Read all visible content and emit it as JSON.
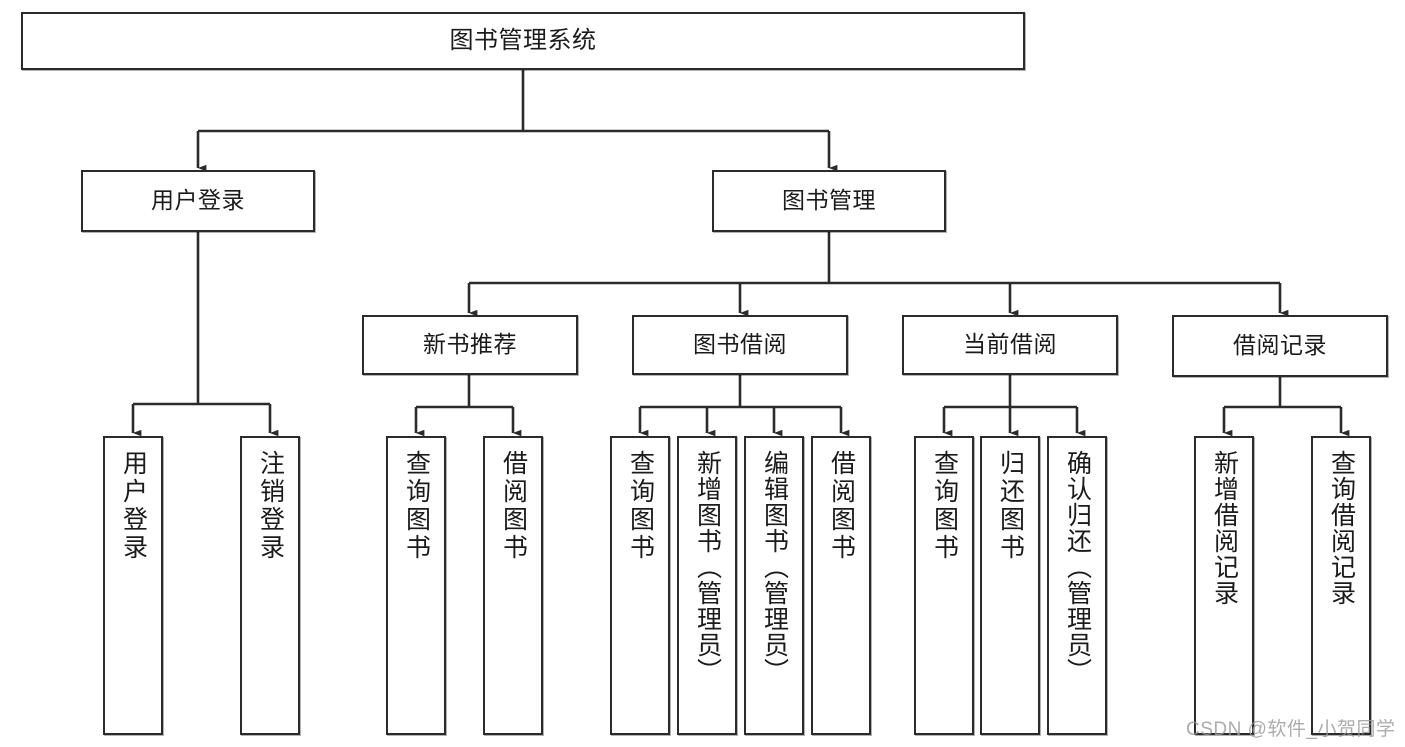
{
  "diagram": {
    "title": "图书管理系统",
    "type": "function-structure-tree",
    "watermark": "CSDN @软件_小贺同学",
    "colors": {
      "background": "#ffffff",
      "border": "#2b2b2b",
      "text": "#1b1b1b",
      "edge": "#2b2b2b",
      "watermark": "#9a9a9a"
    },
    "levels": {
      "root": {
        "label": "图书管理系统"
      },
      "level2": [
        {
          "label": "用户登录"
        },
        {
          "label": "图书管理"
        }
      ],
      "level3": [
        {
          "label": "新书推荐"
        },
        {
          "label": "图书借阅"
        },
        {
          "label": "当前借阅"
        },
        {
          "label": "借阅记录"
        }
      ]
    },
    "leaves": {
      "user_login": [
        {
          "label": "用户登录"
        },
        {
          "label": "注销登录"
        }
      ],
      "new_book_recommend": [
        {
          "label": "查询图书"
        },
        {
          "label": "借阅图书"
        }
      ],
      "book_borrow": [
        {
          "label": "查询图书"
        },
        {
          "label": "新增图书（管理员）"
        },
        {
          "label": "编辑图书（管理员）"
        },
        {
          "label": "借阅图书"
        }
      ],
      "current_borrow": [
        {
          "label": "查询图书"
        },
        {
          "label": "归还图书"
        },
        {
          "label": "确认归还（管理员）"
        }
      ],
      "borrow_record": [
        {
          "label": "新增借阅记录"
        },
        {
          "label": "查询借阅记录"
        }
      ]
    }
  }
}
